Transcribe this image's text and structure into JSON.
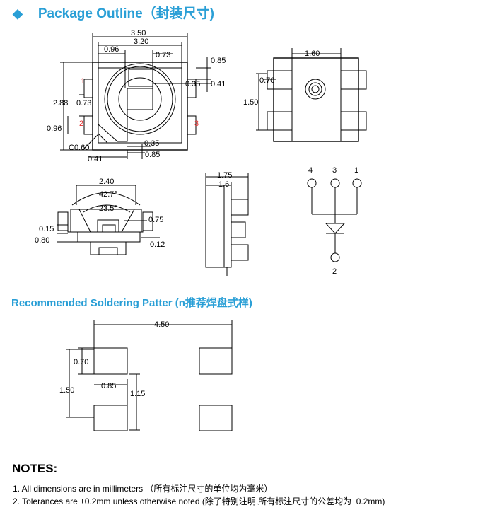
{
  "header": {
    "title": "Package Outline（封装尺寸)"
  },
  "dims": {
    "top_w": "3.50",
    "top_w2": "3.20",
    "top_096": "0.96",
    "top_073": "0.73",
    "r_085": "0.85",
    "r_035": "0.35",
    "r_041": "0.41",
    "l_288": "2.88",
    "l_073": "0.73",
    "l_096": "0.96",
    "b_c060": "C0.60",
    "b_035": "0.35",
    "b_041": "0.41",
    "b_085": "0.85",
    "pin1": "1",
    "pin2": "2",
    "pin3": "3",
    "bv_160": "1.60",
    "bv_070": "0.70",
    "bv_150": "1.50",
    "s_240": "2.40",
    "s_427": "42.7°",
    "s_235": "23.5°",
    "s_075": "0.75",
    "s_015": "0.15",
    "s_080": "0.80",
    "s_012": "0.12",
    "e_175": "1.75",
    "e_16": "1.6",
    "c_4": "4",
    "c_3": "3",
    "c_1": "1",
    "c_2": "2"
  },
  "soldering": {
    "title": "Recommended Soldering Patter (n推荐焊盘式样)",
    "w450": "4.50",
    "d070": "0.70",
    "d150": "1.50",
    "d085": "0.85",
    "d115": "1.15"
  },
  "notes": {
    "heading": "NOTES:",
    "n1": "1.   All dimensions are in millimeters （所有标注尺寸的单位均为毫米）",
    "n2": "2.    Tolerances are ±0.2mm unless otherwise noted (除了特别注明,所有标注尺寸的公差均为±0.2mm)"
  }
}
